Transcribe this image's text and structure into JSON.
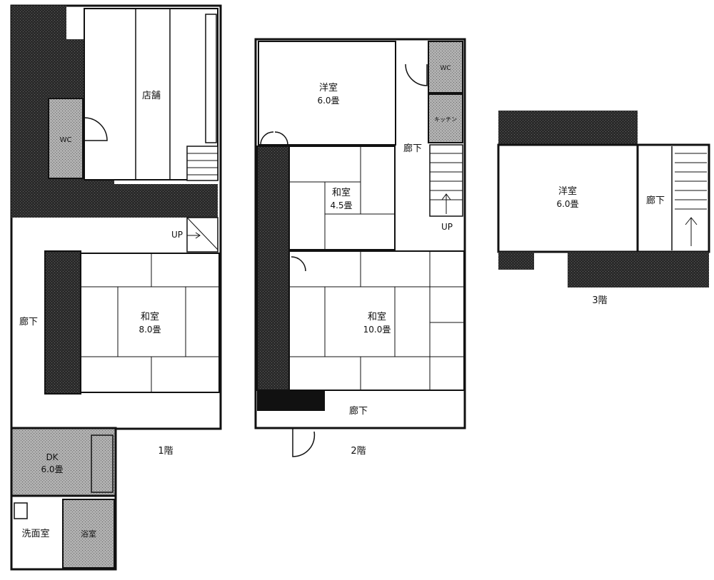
{
  "floor1": {
    "caption": "1階",
    "shop": "店舗",
    "wc": "WC",
    "up": "UP",
    "washitsu": "和室",
    "washitsu_size": "8.0畳",
    "corridor": "廊下",
    "kitchen": "DK",
    "kitchen_size": "6.0畳",
    "washroom": "洗面室",
    "bath": "浴室"
  },
  "floor2": {
    "caption": "2階",
    "yoshitsu": "洋室",
    "yoshitsu_size": "6.0畳",
    "wc": "WC",
    "kitchen_small": "キッチン",
    "corridor_top": "廊下",
    "washitsu_small": "和室",
    "washitsu_small_size": "4.5畳",
    "up": "UP",
    "washitsu_large": "和室",
    "washitsu_large_size": "10.0畳",
    "corridor_bottom": "廊下"
  },
  "floor3": {
    "caption": "3階",
    "yoshitsu": "洋室",
    "yoshitsu_size": "6.0畳",
    "corridor": "廊下"
  },
  "colors": {
    "wall": "#111111",
    "storage": "#2a2a2a",
    "wet_area": "#9a9a9a"
  }
}
